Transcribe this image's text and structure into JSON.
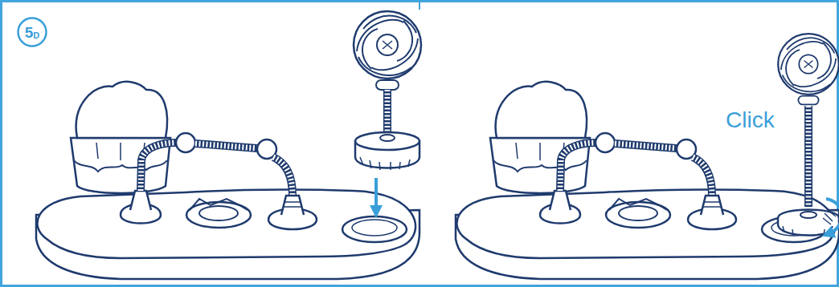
{
  "diagram": {
    "nodes": [
      {
        "text": [
          "5",
          "D"
        ]
      }
    ],
    "labels": [
      "Click"
    ]
  }
}
